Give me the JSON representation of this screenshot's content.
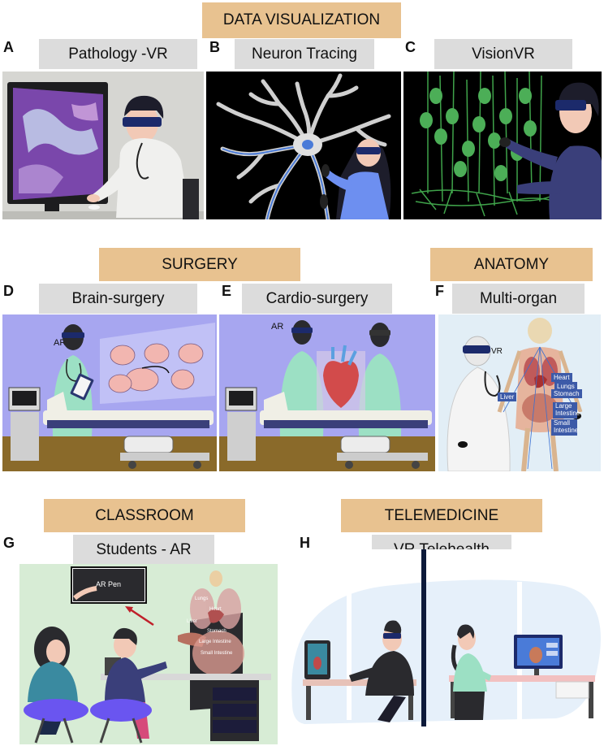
{
  "headers": {
    "data_visualization": "DATA VISUALIZATION",
    "surgery": "SURGERY",
    "anatomy": "ANATOMY",
    "classroom": "CLASSROOM",
    "telemedicine": "TELEMEDICINE"
  },
  "panels": [
    {
      "letter": "A",
      "label": "Pathology -VR"
    },
    {
      "letter": "B",
      "label": "Neuron Tracing"
    },
    {
      "letter": "C",
      "label": "VisionVR"
    },
    {
      "letter": "D",
      "label": "Brain-surgery",
      "tag": "AR"
    },
    {
      "letter": "E",
      "label": "Cardio-surgery",
      "tag": "AR"
    },
    {
      "letter": "F",
      "label": "Multi-organ",
      "tag": "VR"
    },
    {
      "letter": "G",
      "label": "Students - AR",
      "pen": "AR Pen"
    },
    {
      "letter": "H",
      "label": "VR Telehealth"
    }
  ],
  "anatomy_labels": [
    "Lungs",
    "Heart",
    "Stomach",
    "Liver",
    "Large Intestine",
    "Small Intestine"
  ],
  "classroom_labels": [
    "Lungs",
    "Heart",
    "Liver",
    "Stomach",
    "Large Intestine",
    "Small Intestine"
  ],
  "colors": {
    "header_tan": "#e8c290",
    "label_grey": "#dcdcdc",
    "surgery_bg": "#a7a6f0",
    "classroom_bg": "#d7ecd5",
    "anatomy_bg": "#e2eef6",
    "headset": "#1c2a6b"
  }
}
